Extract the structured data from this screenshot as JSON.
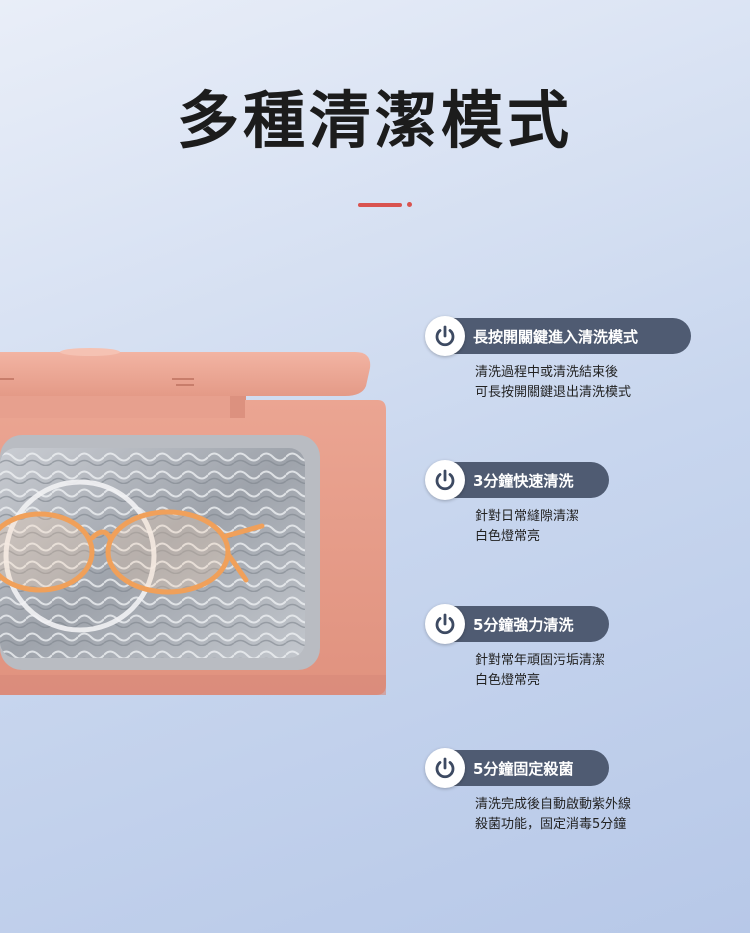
{
  "title": "多種清潔模式",
  "colors": {
    "accent_line": "#d9534f",
    "pill_background": "#4f5b72",
    "device_body": "#e9a290",
    "power_icon": "#3d4a62"
  },
  "modes": [
    {
      "icon": "power-icon",
      "label": "長按開關鍵進入清洗模式",
      "desc_lines": [
        "清洗過程中或清洗結束後",
        "可長按開關鍵退出清洗模式"
      ]
    },
    {
      "icon": "power-icon",
      "label": "3分鐘快速清洗",
      "desc_lines": [
        "針對日常縫隙清潔",
        "白色燈常亮"
      ]
    },
    {
      "icon": "power-icon",
      "label": "5分鐘強力清洗",
      "desc_lines": [
        "針對常年頑固污垢清潔",
        "白色燈常亮"
      ]
    },
    {
      "icon": "power-icon",
      "label": "5分鐘固定殺菌",
      "desc_lines": [
        "清洗完成後自動啟動紫外線",
        "殺菌功能，固定消毒5分鐘"
      ]
    }
  ]
}
